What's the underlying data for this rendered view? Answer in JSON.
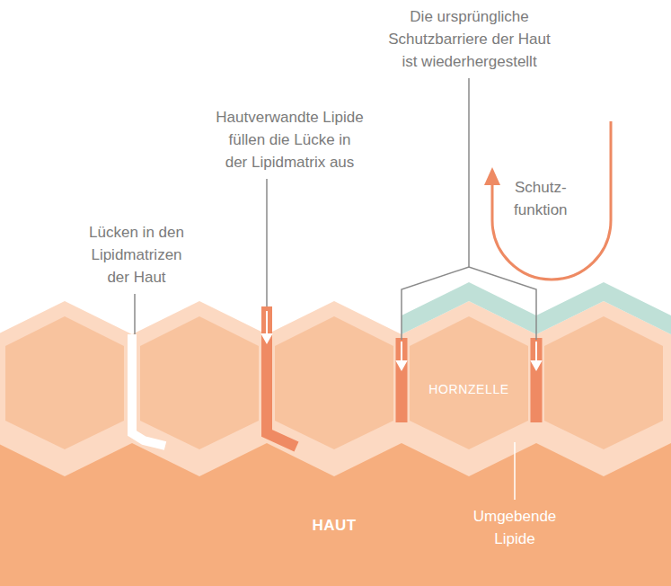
{
  "diagram": {
    "nodes": [
      {
        "text": [
          "HORNZELLE"
        ]
      },
      {
        "text": [
          "HAUT"
        ]
      }
    ],
    "labels": [
      "Die ursprüngliche Schutzbarriere der Haut ist wiederhergestellt",
      "Hautverwandte Lipide füllen die Lücke in der Lipidmatrix aus",
      "Schutz- funktion",
      "Lücken in den Lipidmatrizen der Haut",
      "Umgebende Lipide"
    ]
  }
}
